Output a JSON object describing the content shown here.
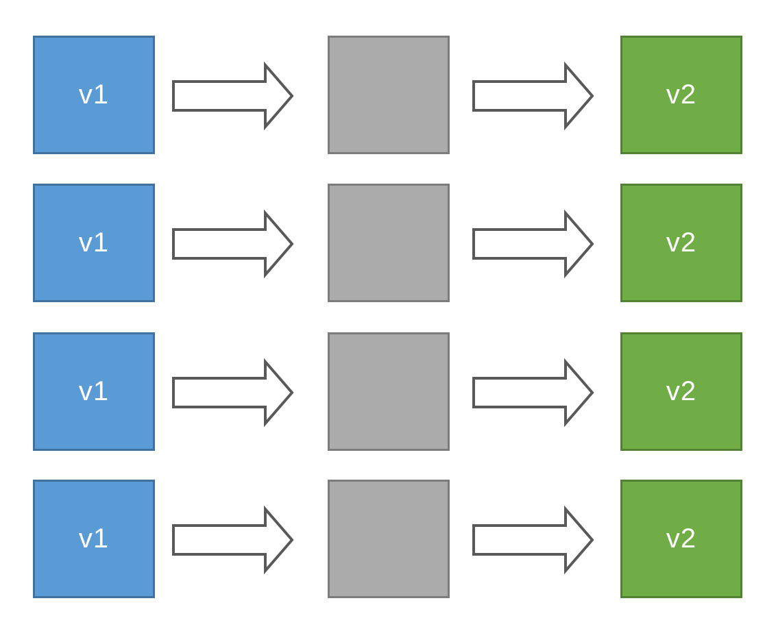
{
  "diagram": {
    "description": "Four parallel transformation flows from v1 to v2 through an unlabeled intermediate step",
    "background_color": "#ffffff",
    "rows": [
      {
        "source_label": "v1",
        "middle_label": "",
        "target_label": "v2"
      },
      {
        "source_label": "v1",
        "middle_label": "",
        "target_label": "v2"
      },
      {
        "source_label": "v1",
        "middle_label": "",
        "target_label": "v2"
      },
      {
        "source_label": "v1",
        "middle_label": "",
        "target_label": "v2"
      }
    ],
    "colors": {
      "source_fill": "#5b9bd5",
      "source_border": "#41719c",
      "middle_fill": "#acabab",
      "middle_border": "#7c7c7c",
      "target_fill": "#70ad47",
      "target_border": "#548235",
      "arrow_fill": "#ffffff",
      "arrow_outline": "#595959",
      "label_color": "#ffffff"
    },
    "arrow": {
      "icon": "right-block-arrow-icon",
      "direction": "right",
      "count_per_row": 2
    }
  }
}
